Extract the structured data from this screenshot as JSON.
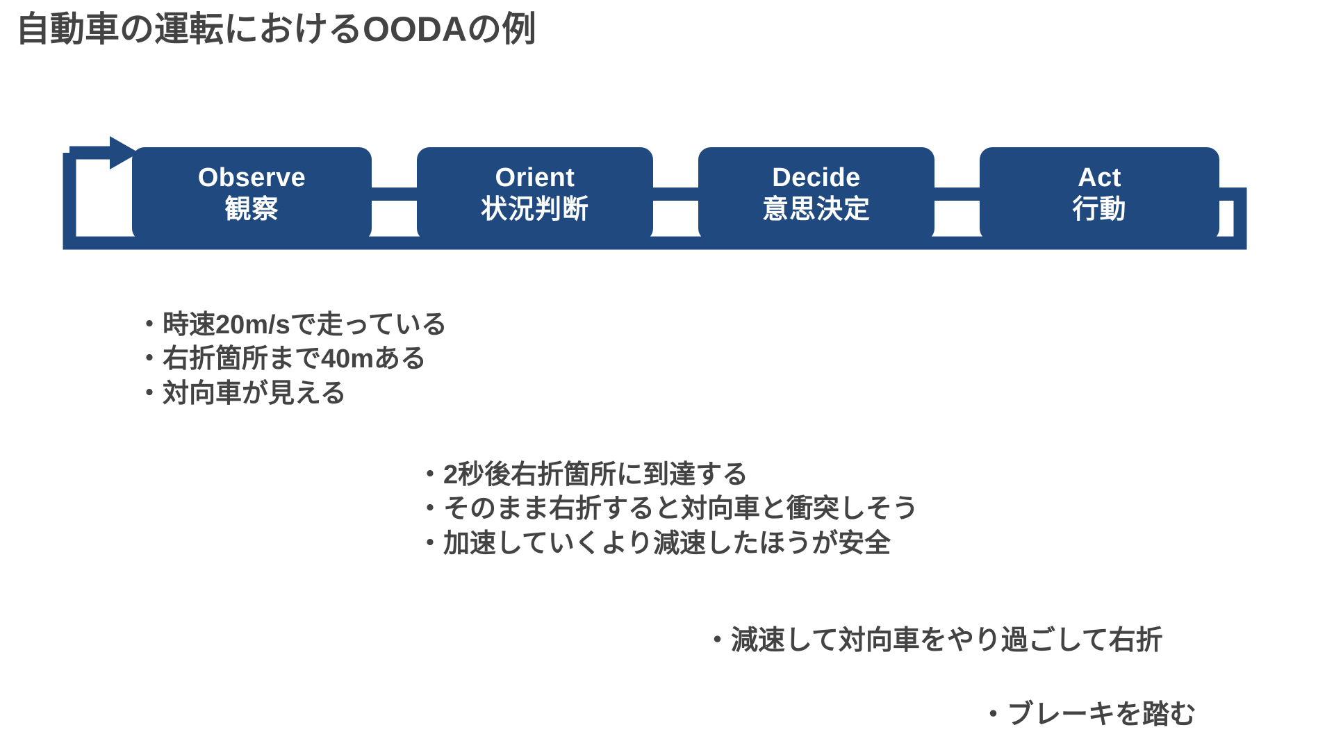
{
  "slide": {
    "title": "自動車の運転におけるOODAの例",
    "background_color": "#FFFFFF",
    "accent_color": "#20497F",
    "text_color": "#434343"
  },
  "diagram": {
    "type": "ooda-loop",
    "loop_arrow_name": "feedback-loop-arrow",
    "steps": [
      {
        "key": "observe",
        "en": "Observe",
        "ja": "観察"
      },
      {
        "key": "orient",
        "en": "Orient",
        "ja": "状況判断"
      },
      {
        "key": "decide",
        "en": "Decide",
        "ja": "意思決定"
      },
      {
        "key": "act",
        "en": "Act",
        "ja": "行動"
      }
    ]
  },
  "bullet_groups": [
    {
      "key": "observe",
      "lines": [
        "・時速20m/sで走っている",
        "・右折箇所まで40mある",
        "・対向車が見える"
      ]
    },
    {
      "key": "orient",
      "lines": [
        "・2秒後右折箇所に到達する",
        "・そのまま右折すると対向車と衝突しそう",
        "・加速していくより減速したほうが安全"
      ]
    },
    {
      "key": "decide",
      "lines": [
        "・減速して対向車をやり過ごして右折"
      ]
    },
    {
      "key": "act",
      "lines": [
        "・ブレーキを踏む"
      ]
    }
  ]
}
